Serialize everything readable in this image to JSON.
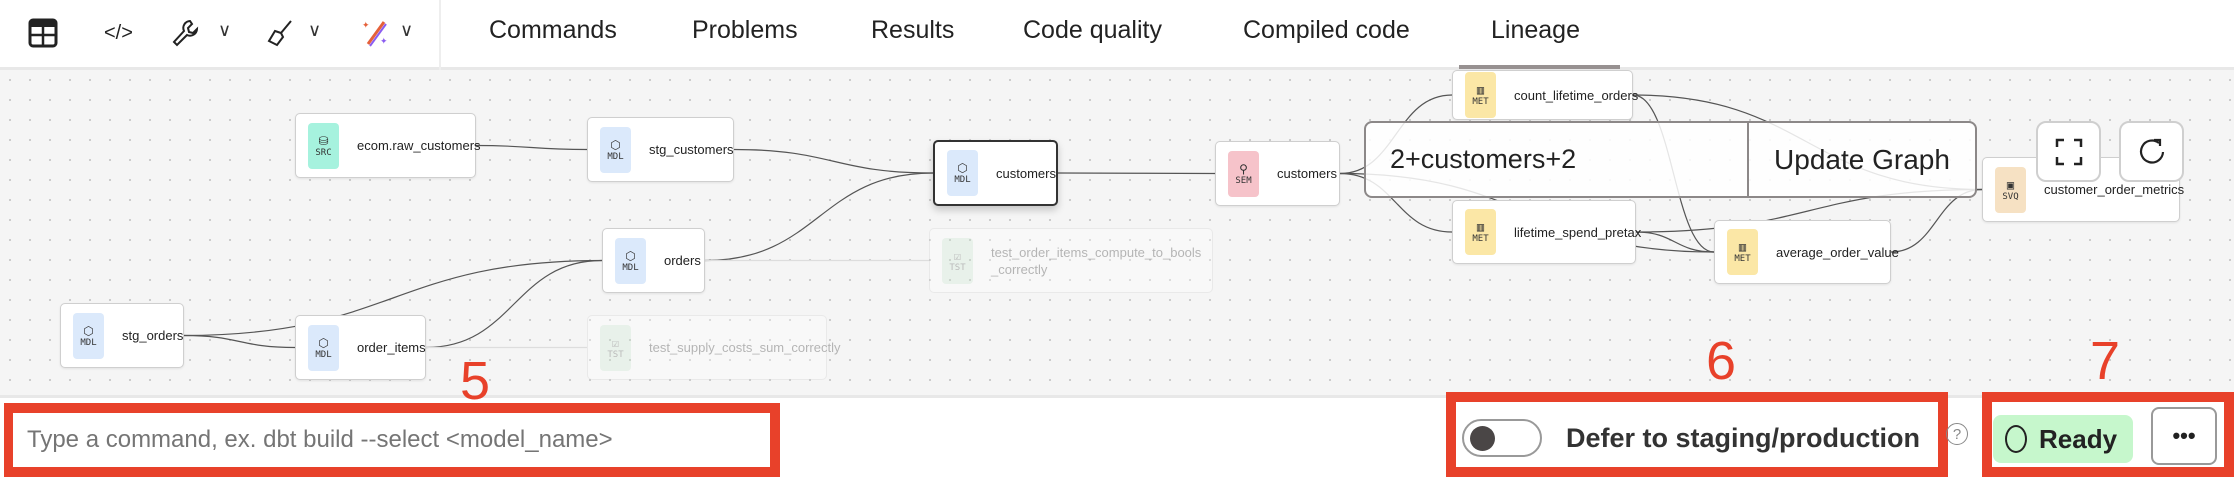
{
  "toolbar": {
    "icons": [
      "table-icon",
      "code-icon",
      "wrench-icon",
      "broom-icon",
      "magic-wand-icon"
    ]
  },
  "tabs": [
    {
      "label": "Commands"
    },
    {
      "label": "Problems"
    },
    {
      "label": "Results"
    },
    {
      "label": "Code quality"
    },
    {
      "label": "Compiled code"
    },
    {
      "label": "Lineage",
      "active": true
    }
  ],
  "graph": {
    "nodes": [
      {
        "type": "SRC",
        "label": "ecom.raw_customers",
        "color": "#a6f2de"
      },
      {
        "type": "MDL",
        "label": "stg_customers",
        "color": "#dbe9fb"
      },
      {
        "type": "MDL",
        "label": "customers",
        "color": "#dbe9fb",
        "selected": true
      },
      {
        "type": "MDL",
        "label": "orders",
        "color": "#dbe9fb"
      },
      {
        "type": "MDL",
        "label": "stg_orders",
        "color": "#dbe9fb"
      },
      {
        "type": "MDL",
        "label": "order_items",
        "color": "#dbe9fb"
      },
      {
        "type": "TST",
        "label": "test_order_items_compute_to_bools\n_correctly",
        "color": "#cdebd2",
        "faded": true
      },
      {
        "type": "TST",
        "label": "test_supply_costs_sum_correctly",
        "color": "#cdebd2",
        "faded": true
      },
      {
        "type": "SEM",
        "label": "customers",
        "color": "#f6c3ca"
      },
      {
        "type": "MET",
        "label": "count_lifetime_orders",
        "color": "#fbe7a6"
      },
      {
        "type": "MET",
        "label": "lifetime_spend_pretax",
        "color": "#fbe7a6"
      },
      {
        "type": "MET",
        "label": "average_order_value",
        "color": "#fbe7a6"
      },
      {
        "type": "SVQ",
        "label": "customer_order_metrics",
        "color": "#f6e1c3"
      }
    ],
    "selector_value": "2+customers+2",
    "update_label": "Update Graph"
  },
  "command": {
    "placeholder": "Type a command, ex. dbt build --select <model_name>"
  },
  "defer": {
    "label": "Defer to staging/production",
    "enabled": false,
    "help": "?"
  },
  "status": {
    "label": "Ready",
    "color": "#c6f7cc"
  },
  "more_label": "•••",
  "annotations": {
    "a5": "5",
    "a6": "6",
    "a7": "7"
  }
}
